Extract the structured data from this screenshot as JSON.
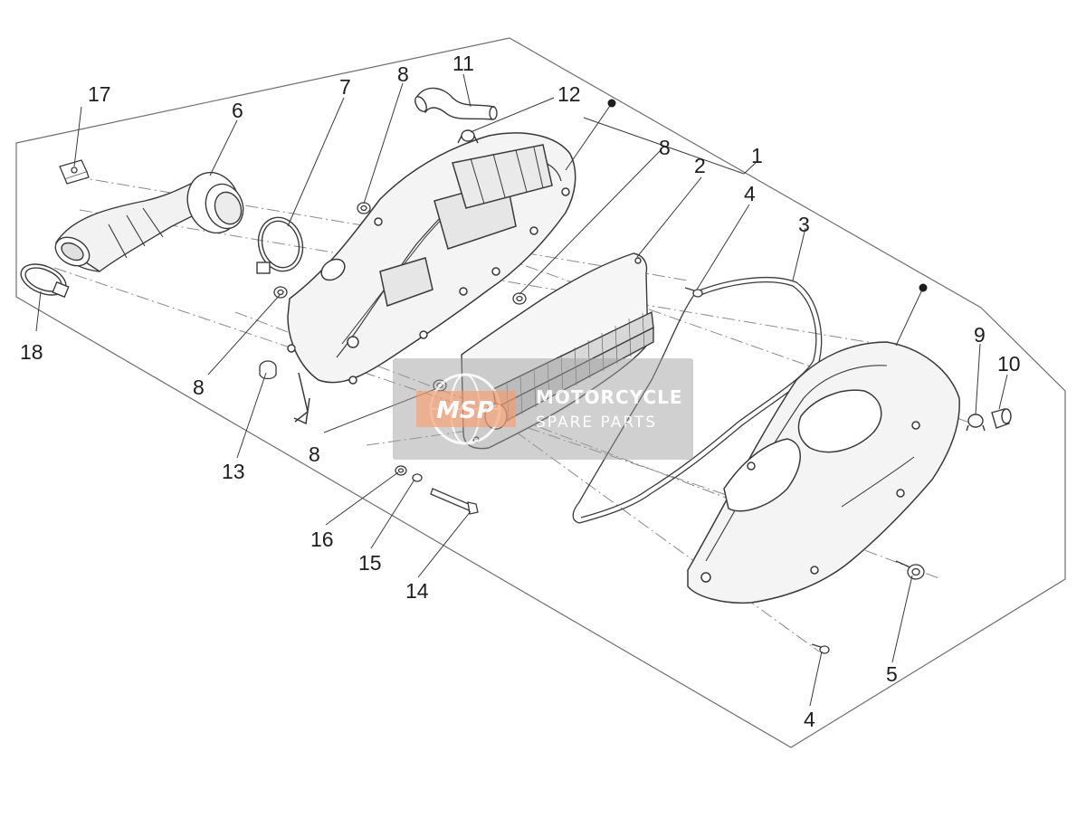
{
  "diagram": {
    "colors": {
      "line": "#3a3a3a",
      "frame": "#6e6e6e",
      "part_fill": "#ffffff",
      "part_shade": "#e9e9e9",
      "watermark_bg": "#9c9c9c",
      "watermark_accent": "#f39a6b"
    },
    "callouts": [
      "1",
      "2",
      "3",
      "4",
      "4",
      "5",
      "6",
      "7",
      "8",
      "8",
      "8",
      "8",
      "9",
      "10",
      "11",
      "12",
      "13",
      "14",
      "15",
      "16",
      "17",
      "18"
    ],
    "callout_list": [
      {
        "label": "1"
      },
      {
        "label": "2"
      },
      {
        "label": "3"
      },
      {
        "label": "4"
      },
      {
        "label": "4"
      },
      {
        "label": "5"
      },
      {
        "label": "6"
      },
      {
        "label": "7"
      },
      {
        "label": "8"
      },
      {
        "label": "8"
      },
      {
        "label": "8"
      },
      {
        "label": "8"
      },
      {
        "label": "9"
      },
      {
        "label": "10"
      },
      {
        "label": "11"
      },
      {
        "label": "12"
      },
      {
        "label": "13"
      },
      {
        "label": "14"
      },
      {
        "label": "15"
      },
      {
        "label": "16"
      },
      {
        "label": "17"
      },
      {
        "label": "18"
      }
    ],
    "watermark": {
      "logo": "MSP",
      "line1": "MOTORCYCLE",
      "line2": "SPARE PARTS"
    }
  }
}
